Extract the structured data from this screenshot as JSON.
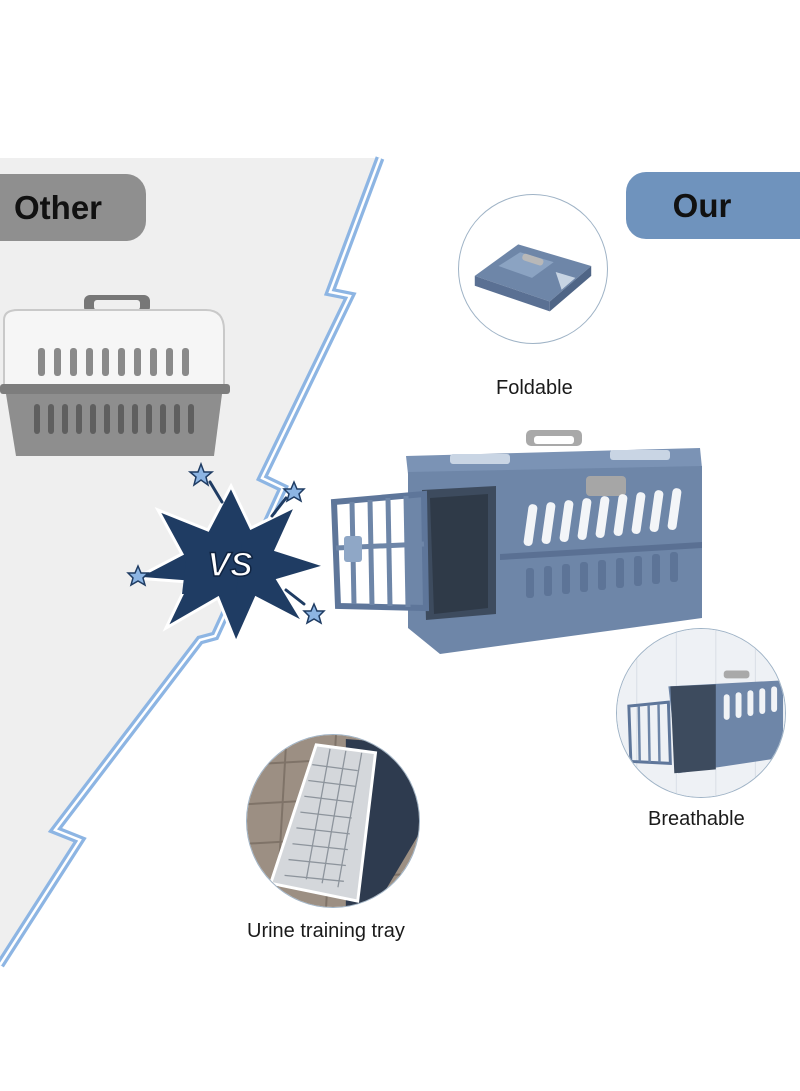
{
  "labels": {
    "other": "Other",
    "our": "Our"
  },
  "features": {
    "foldable": "Foldable",
    "breathable": "Breathable",
    "tray": "Urine training tray"
  },
  "vs_text": "VS",
  "colors": {
    "other_tag": "#8f8f8f",
    "our_tag": "#6f93bd",
    "left_bg": "#efefef",
    "divider": "#8db5e3",
    "crate_blue": "#6e86a8",
    "burst": "#1f3c63"
  },
  "icons": {
    "vs_burst": "vs-burst-icon",
    "stars": "star-icon"
  }
}
